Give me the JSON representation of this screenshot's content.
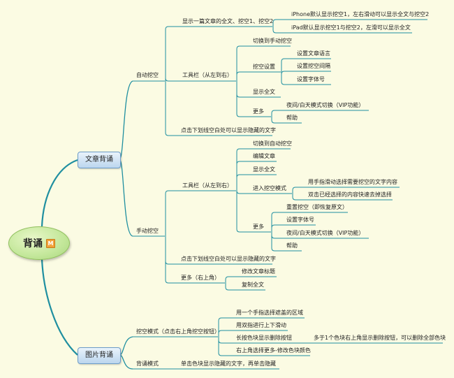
{
  "root": {
    "label": "背诵",
    "badge": "M"
  },
  "colors": {
    "background": "#fbfbe3",
    "branch_line": "#1f8fa0",
    "topic_fill": "#bcd6ee",
    "root_fill": "#c3e79a"
  },
  "article": {
    "label": "文章背诵",
    "auto": {
      "label": "自动挖空",
      "show": "显示一篇文章的全文、挖空1、挖空2",
      "iphone": "iPhone默认显示挖空1，左右滑动可以显示全文与挖空2",
      "ipad": "iPad默认显示挖空1与挖空2，左滑可以显示全文",
      "toolbar": "工具栏（从左到右）",
      "switch_manual": "切换到手动挖空",
      "settings": "挖空设置",
      "set_lang": "设置文章语言",
      "set_gap": "设置挖空间隔",
      "set_font": "设置字体号",
      "show_full": "显示全文",
      "more": "更多",
      "night": "夜间/白天模式切换（VIP功能）",
      "help": "帮助",
      "tap_hint": "点击下划线空白处可以显示隐藏的文字"
    },
    "manual": {
      "label": "手动挖空",
      "toolbar": "工具栏（从左到右）",
      "switch_auto": "切换到自动挖空",
      "edit": "编辑文章",
      "show_full": "显示全文",
      "enter_mode": "进入挖空模式",
      "slide_select": "用手指滑动选择需要挖空的文字内容",
      "double_tap": "双击已经选择的内容快速去掉选择",
      "more": "更多",
      "reset": "重置挖空（即恢复原文）",
      "set_font": "设置字体号",
      "night": "夜间/白天模式切换（VIP功能）",
      "help": "帮助",
      "tap_hint": "点击下划线空白处可以显示隐藏的文字",
      "more_top": "更多（右上角）",
      "modify_title": "修改文章标题",
      "copy_full": "复制全文"
    }
  },
  "picture": {
    "label": "图片背诵",
    "mode": {
      "label": "挖空模式（点击右上角挖空按钮）",
      "one_finger": "用一个手指选择遮盖的区域",
      "two_finger": "用双指进行上下滑动",
      "long_press": "长按色块显示删除按钮",
      "long_press_note": "多于1个色块右上角显示删除按钮，可以删除全部色块",
      "color": "右上角选择更多-修改色块颜色"
    },
    "recite": {
      "label": "背诵模式",
      "tap": "单击色块显示隐藏的文字，再单击隐藏"
    }
  }
}
